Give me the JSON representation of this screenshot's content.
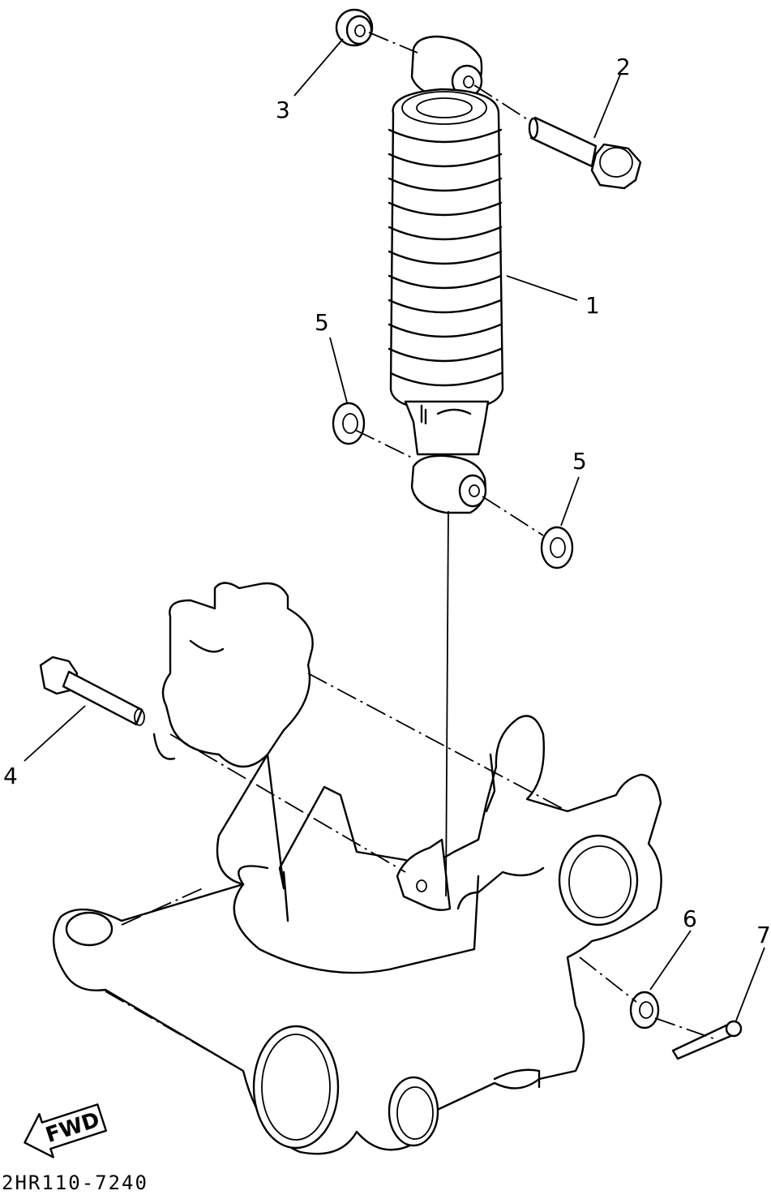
{
  "diagram": {
    "part_code": "2HR110-7240",
    "direction_label": "FWD",
    "callouts": [
      {
        "id": "1",
        "label": "1"
      },
      {
        "id": "2",
        "label": "2"
      },
      {
        "id": "3",
        "label": "3"
      },
      {
        "id": "4",
        "label": "4"
      },
      {
        "id": "5a",
        "label": "5"
      },
      {
        "id": "5b",
        "label": "5"
      },
      {
        "id": "6",
        "label": "6"
      },
      {
        "id": "7",
        "label": "7"
      }
    ]
  }
}
